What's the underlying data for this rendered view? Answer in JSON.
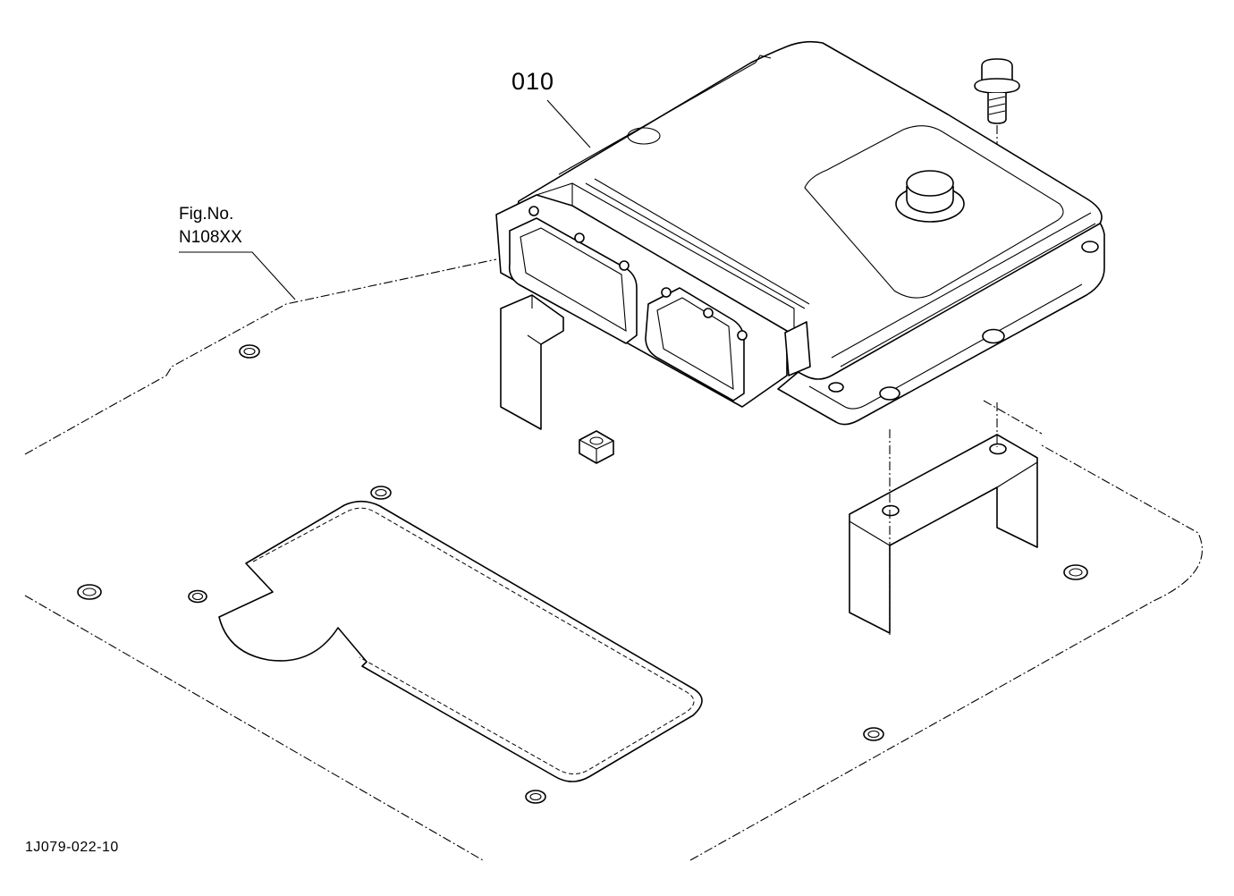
{
  "labels": {
    "part_number": "010",
    "figure_ref_line1": "Fig.No.",
    "figure_ref_line2": "N108XX",
    "drawing_code": "1J079-022-10"
  },
  "colors": {
    "line": "#000000",
    "background": "#ffffff"
  }
}
